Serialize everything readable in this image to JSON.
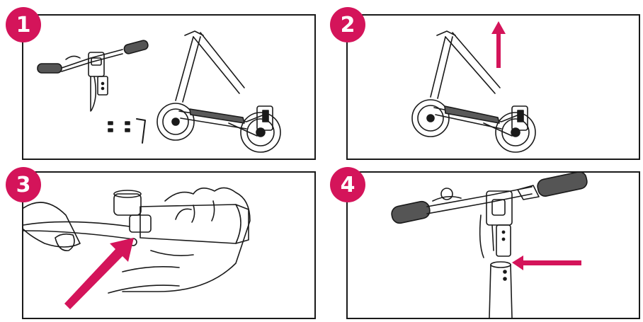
{
  "steps": [
    {
      "number": "1"
    },
    {
      "number": "2"
    },
    {
      "number": "3"
    },
    {
      "number": "4"
    }
  ],
  "colors": {
    "accent": "#d4145a",
    "line": "#1a1a1a",
    "deck": "#5a5a5a"
  }
}
